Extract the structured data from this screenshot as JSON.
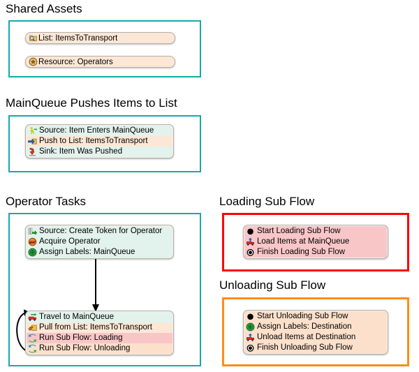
{
  "sections": [
    {
      "id": "shared-assets",
      "title": "Shared Assets",
      "border_color": "#18a9a9"
    },
    {
      "id": "mainqueue-pushes",
      "title": "MainQueue Pushes Items to List",
      "border_color": "#18a9a9"
    },
    {
      "id": "operator-tasks",
      "title": "Operator Tasks",
      "border_color": "#18a9a9"
    },
    {
      "id": "loading-sub-flow",
      "title": "Loading Sub Flow",
      "border_color": "#ff0000"
    },
    {
      "id": "unloading-sub-flow",
      "title": "Unloading Sub Flow",
      "border_color": "#ff8c19"
    }
  ],
  "shared_assets": {
    "nodes": [
      {
        "icon": "list-icon",
        "label": "List: ItemsToTransport"
      },
      {
        "icon": "resource-icon",
        "label": "Resource: Operators"
      }
    ]
  },
  "mainqueue_block": {
    "rows": [
      {
        "icon": "source-runner-icon",
        "label": "Source: Item Enters MainQueue"
      },
      {
        "icon": "push-to-list-icon",
        "label": "Push to List: ItemsToTransport"
      },
      {
        "icon": "sink-icon",
        "label": "Sink: Item Was Pushed"
      }
    ]
  },
  "operator_tasks_block_1": {
    "rows": [
      {
        "icon": "source-token-icon",
        "label": "Source: Create Token for Operator"
      },
      {
        "icon": "acquire-icon",
        "label": "Acquire Operator"
      },
      {
        "icon": "assign-labels-icon",
        "label": "Assign Labels: MainQueue"
      }
    ]
  },
  "operator_tasks_block_2": {
    "rows": [
      {
        "icon": "travel-icon",
        "label": "Travel to MainQueue"
      },
      {
        "icon": "pull-from-list-icon",
        "label": "Pull from List: ItemsToTransport"
      },
      {
        "icon": "run-sub-flow-icon",
        "label": "Run Sub Flow: Loading"
      },
      {
        "icon": "run-sub-flow-icon",
        "label": "Run Sub Flow: Unloading"
      }
    ]
  },
  "loading_block": {
    "rows": [
      {
        "icon": "start-icon",
        "label": "Start Loading Sub Flow"
      },
      {
        "icon": "load-items-icon",
        "label": "Load Items at MainQueue"
      },
      {
        "icon": "finish-icon",
        "label": "Finish Loading Sub Flow"
      }
    ]
  },
  "unloading_block": {
    "rows": [
      {
        "icon": "start-icon",
        "label": "Start Unloading Sub Flow"
      },
      {
        "icon": "assign-labels-icon",
        "label": "Assign Labels: Destination"
      },
      {
        "icon": "load-items-icon",
        "label": "Unload Items at Destination"
      },
      {
        "icon": "finish-icon",
        "label": "Finish Unloading Sub Flow"
      }
    ]
  },
  "colors": {
    "teal_border": "#18a9a9",
    "red_border": "#ff0000",
    "orange_border": "#ff8c19",
    "peach_fill": "#fce7d6",
    "mint_fill": "#e2f2ec",
    "pink_fill": "#f9c6c8",
    "block_bg": "#f4f2ef"
  }
}
